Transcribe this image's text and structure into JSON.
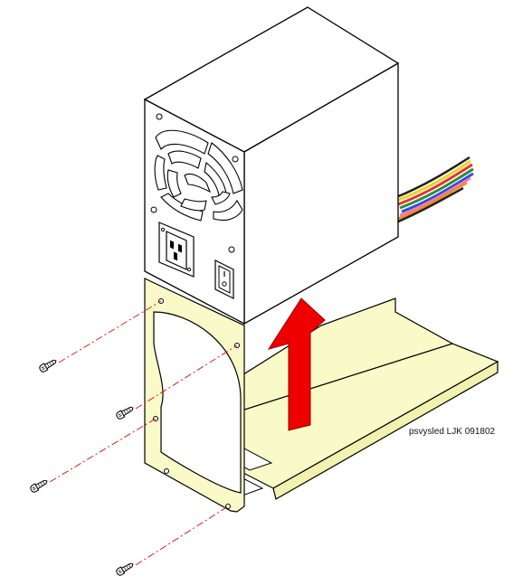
{
  "caption": "psvysled LJK 091802",
  "colors": {
    "psu_body": "#ffffff",
    "bracket": "#fafac8",
    "arrow": "#ee0000",
    "guide_line": "#d21e1e",
    "outline": "#000000"
  },
  "icons": [
    "power-supply-unit",
    "fan-grille",
    "ac-inlet",
    "rocker-switch",
    "cable-bundle",
    "mounting-bracket",
    "screw",
    "up-arrow"
  ]
}
